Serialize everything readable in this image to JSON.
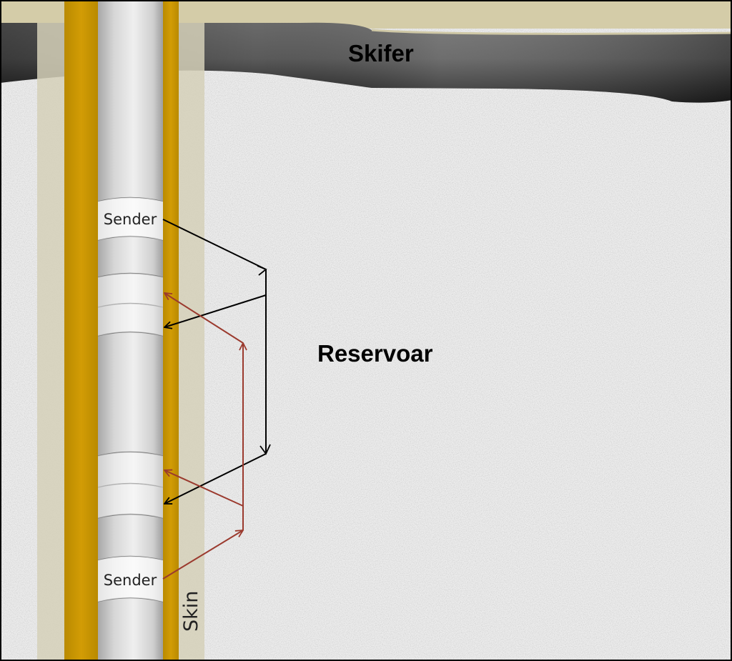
{
  "labels": {
    "cap_rock": "Skifer",
    "reservoir": "Reservoar",
    "skin": "Skin",
    "sender_upper": "Sender",
    "sender_lower": "Sender"
  },
  "colors": {
    "casing": "#cc9900",
    "skin_zone": "#d5d0b8",
    "shale": "#4a4a4a",
    "surface": "#d4cca8",
    "reservoir": "#ececec",
    "tool": "#e2e2e2",
    "ray_shallow": "#000000",
    "ray_deep": "#9b3a2e"
  }
}
